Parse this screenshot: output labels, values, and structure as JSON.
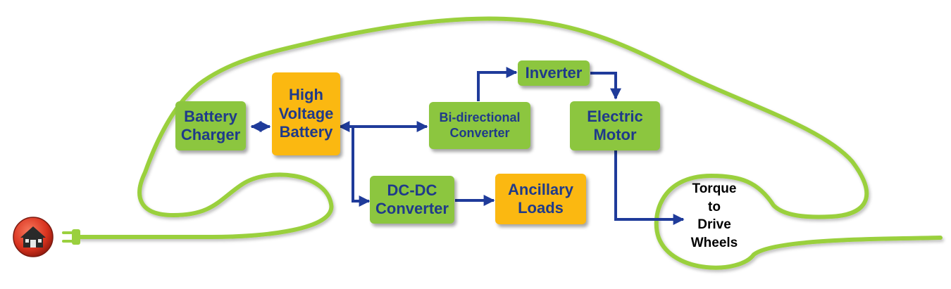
{
  "colors": {
    "outline": "#9ad03e",
    "box_green": "#8cc63f",
    "box_orange": "#fbb811",
    "arrow": "#1f3b9a",
    "text": "#1f3a8a",
    "home_red": "#d8321e"
  },
  "nodes": {
    "battery_charger": "Battery\nCharger",
    "high_voltage_battery": "High\nVoltage\nBattery",
    "bidirectional_converter": "Bi-directional\nConverter",
    "inverter": "Inverter",
    "electric_motor": "Electric\nMotor",
    "dcdc_converter": "DC-DC\nConverter",
    "ancillary_loads": "Ancillary\nLoads",
    "wheels": "Torque\nto\nDrive\nWheels"
  },
  "edges": [
    {
      "from": "battery_charger",
      "to": "high_voltage_battery",
      "bidirectional": true
    },
    {
      "from": "high_voltage_battery",
      "to": "bidirectional_converter",
      "bidirectional": true
    },
    {
      "from": "bidirectional_converter",
      "to": "inverter",
      "bidirectional": false
    },
    {
      "from": "inverter",
      "to": "electric_motor",
      "bidirectional": false
    },
    {
      "from": "high_voltage_battery",
      "to": "dcdc_converter",
      "bidirectional": false
    },
    {
      "from": "dcdc_converter",
      "to": "ancillary_loads",
      "bidirectional": false
    },
    {
      "from": "electric_motor",
      "to": "wheels",
      "bidirectional": false
    }
  ],
  "icons": {
    "home": "home-icon",
    "plug": "plug-icon"
  }
}
